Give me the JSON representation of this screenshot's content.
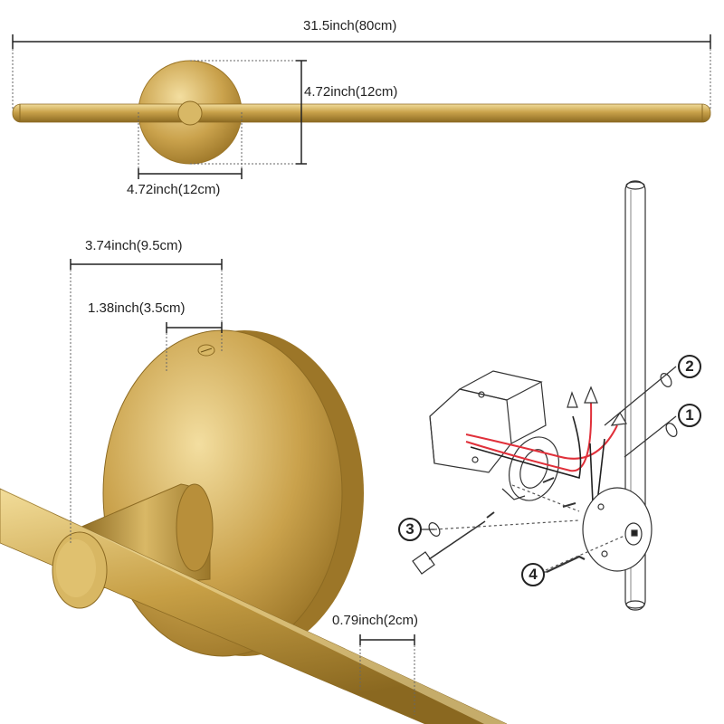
{
  "dimensions": {
    "total_length": "31.5inch(80cm)",
    "plate_height": "4.72inch(12cm)",
    "plate_width": "4.72inch(12cm)",
    "arm_depth": "3.74inch(9.5cm)",
    "plate_depth": "1.38inch(3.5cm)",
    "rod_diameter": "0.79inch(2cm)"
  },
  "install_steps": [
    "1",
    "2",
    "3",
    "4"
  ],
  "colors": {
    "brass_light": "#e6c878",
    "brass_mid": "#c9a24a",
    "brass_dark": "#8c6a22",
    "wire_red": "#e0303a"
  }
}
